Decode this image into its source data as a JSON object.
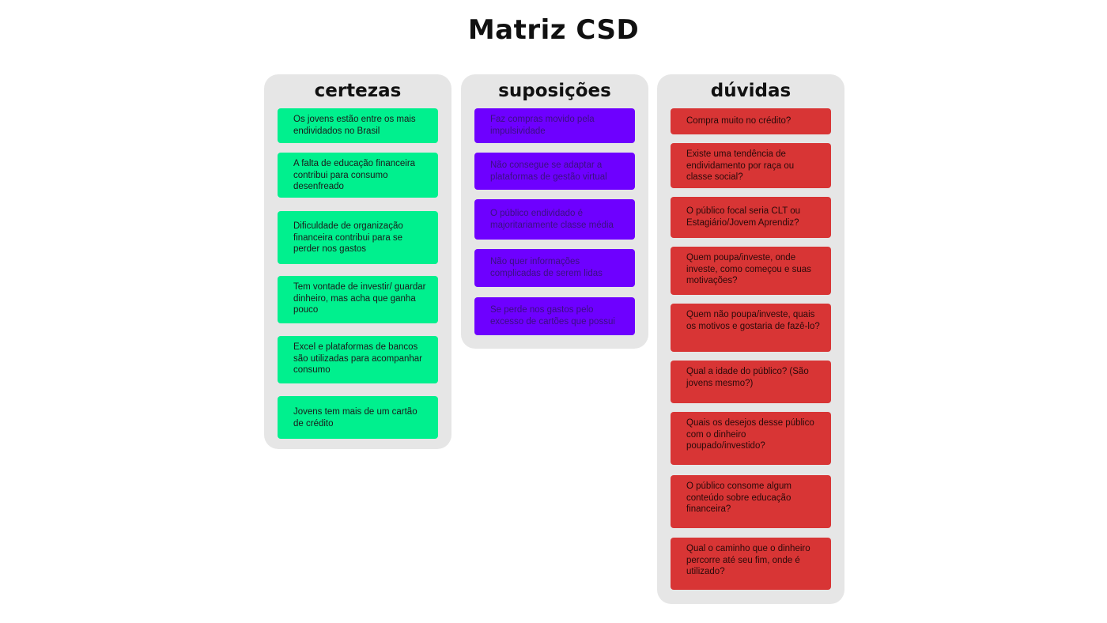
{
  "title": "Matriz CSD",
  "colors": {
    "certezas": "#00f08e",
    "suposicoes": "#6e00ff",
    "duvidas": "#d83535",
    "column_bg": "#e6e6e6"
  },
  "columns": {
    "certezas": {
      "header": "certezas",
      "cards": [
        "Os jovens estão entre os mais endividados no Brasil",
        "A falta de educação financeira contribui para consumo desenfreado",
        "Dificuldade de organização financeira contribui para se perder nos gastos",
        "Tem vontade de investir/ guardar dinheiro, mas acha que ganha pouco",
        "Excel e plataformas de bancos são utilizadas para acompanhar consumo",
        "Jovens tem mais de um cartão de crédito"
      ]
    },
    "suposicoes": {
      "header": "suposições",
      "cards": [
        "Faz compras movido pela impulsividade",
        "Não consegue se adaptar a plataformas de gestão virtual",
        "O público endividado é majoritariamente classe média",
        "Não quer informações complicadas de serem lidas",
        "Se perde nos gastos pelo excesso de cartões que possui"
      ]
    },
    "duvidas": {
      "header": "dúvidas",
      "cards": [
        "Compra muito no crédito?",
        "Existe uma tendência de endividamento por raça ou classe social?",
        "O público focal seria CLT ou Estagiário/Jovem Aprendiz?",
        "Quem poupa/investe, onde investe, como começou e suas motivações?",
        "Quem não poupa/investe, quais os motivos e gostaria de fazê-lo?",
        "Qual a idade do público? (São jovens mesmo?)",
        "Quais os desejos desse público com o dinheiro poupado/investido?",
        "O público consome algum conteúdo sobre educação financeira?",
        "Qual o caminho que o dinheiro percorre até seu fim, onde é utilizado?"
      ]
    }
  }
}
